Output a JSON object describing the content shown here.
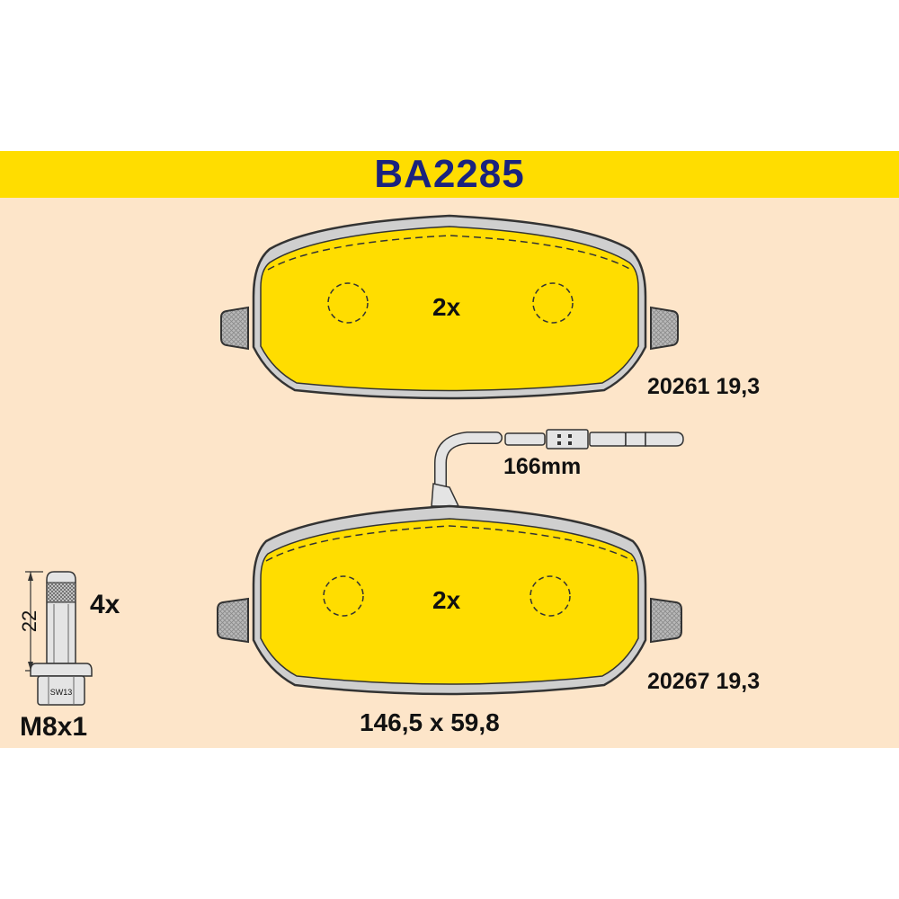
{
  "title": "BA2285",
  "colors": {
    "band": "#ffdd00",
    "panel": "#fde5c9",
    "title": "#1a237e",
    "pad": "#ffdd00",
    "outline": "#333333"
  },
  "top_pad": {
    "quantity": "2x",
    "part_number": "20261",
    "thickness": "19,3"
  },
  "bottom_pad": {
    "quantity": "2x",
    "part_number": "20267",
    "thickness": "19,3",
    "dimensions": "146,5 x 59,8"
  },
  "sensor": {
    "length": "166mm"
  },
  "bolt": {
    "quantity": "4x",
    "length": "22",
    "wrench_size": "SW13",
    "thread": "M8x1"
  }
}
